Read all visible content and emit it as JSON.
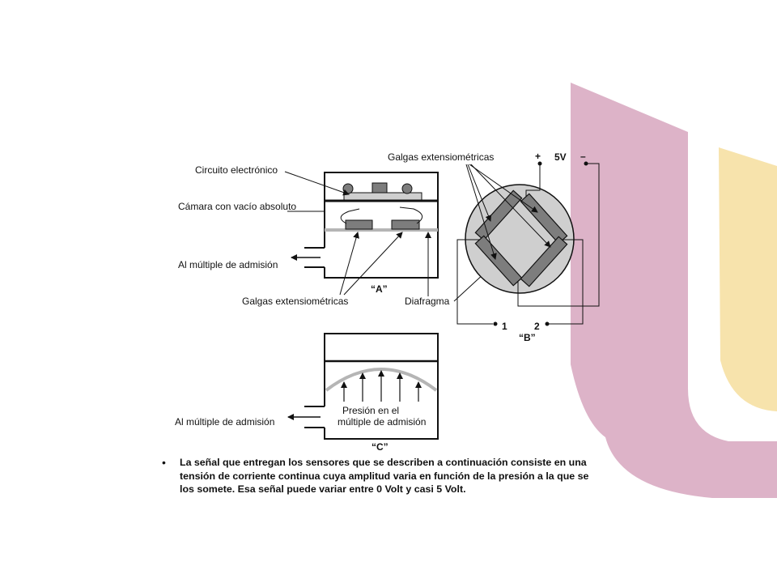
{
  "theme": {
    "pink": "#ddb3c8",
    "yellow": "#f7e3ac",
    "line": "#111111",
    "diaphragm_gray": "#b5b5b5",
    "gauge_gray": "#7d7d7d",
    "disc_gray": "#cfcfcf"
  },
  "diagram": {
    "label_circuito": "Circuito electrónico",
    "label_camara": "Cámara con vacío absoluto",
    "label_admision_a": "Al múltiple de admisión",
    "label_galgas_a": "Galgas extensiométricas",
    "label_diafragma": "Diafragma",
    "caption_a": "“A”",
    "label_galgas_b": "Galgas extensiométricas",
    "label_plus": "+",
    "label_5v": "5V",
    "label_minus": "–",
    "label_term1": "1",
    "label_term2": "2",
    "caption_b": "“B”",
    "label_admision_c": "Al múltiple de admisión",
    "label_presion_1": "Presión en el",
    "label_presion_2": "múltiple de admisión",
    "caption_c": "“C”"
  },
  "bullet": {
    "marker": "•",
    "text": "La señal que entregan los sensores que se describen a continuación consiste en una tensión de corriente continua cuya amplitud varia en función de la presión a la que se los somete. Esa señal puede variar entre 0 Volt y casi 5 Volt."
  }
}
